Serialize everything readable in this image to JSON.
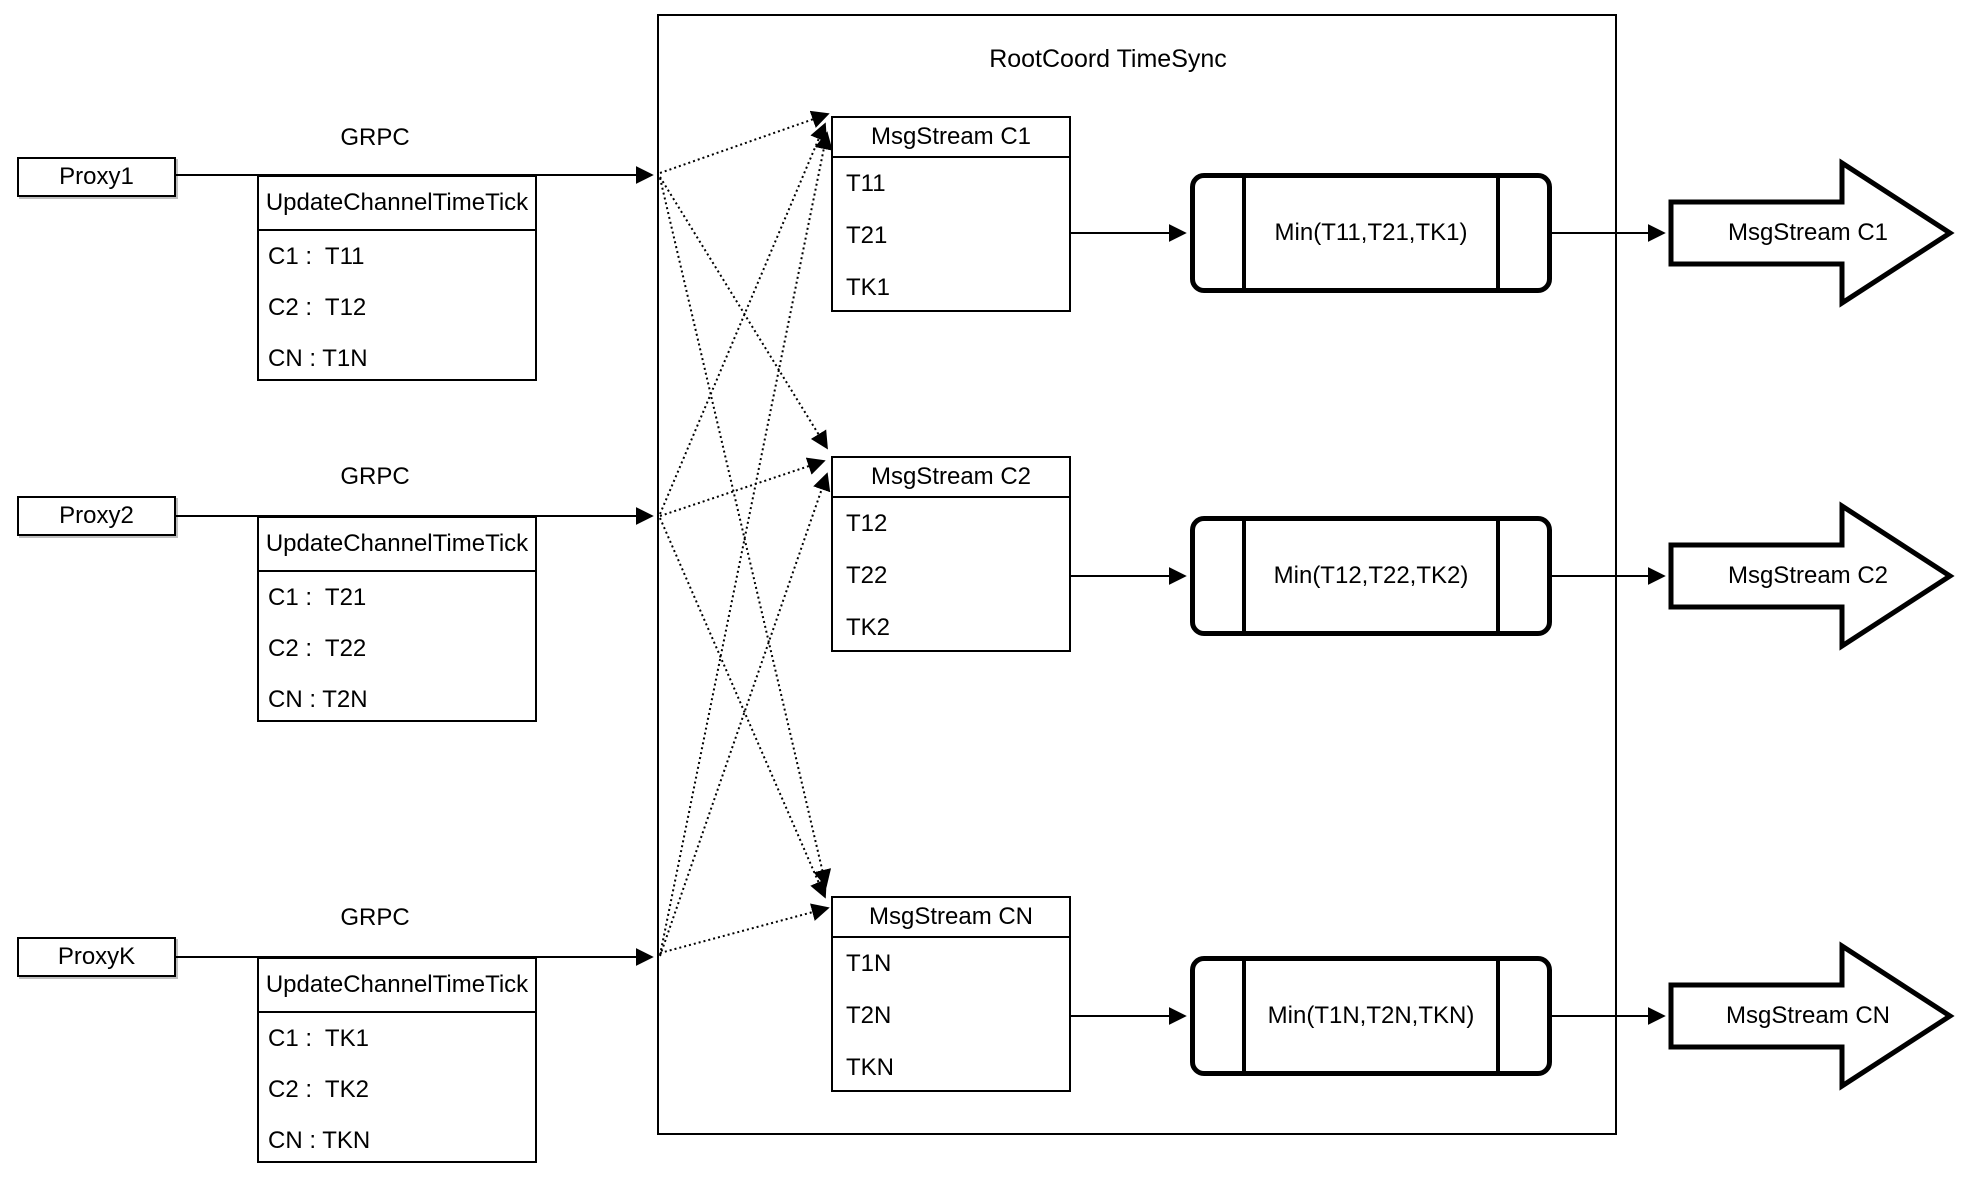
{
  "colors": {
    "ink": "#000000",
    "background": "#ffffff"
  },
  "container": {
    "title": "RootCoord TimeSync"
  },
  "rows": [
    {
      "proxy_label": "Proxy1",
      "grpc_label": "GRPC",
      "update_table": {
        "header": "UpdateChannelTimeTick",
        "entries": [
          "C1 :  T11",
          "C2 :  T12",
          "CN : T1N"
        ]
      },
      "msgstream_table": {
        "header": "MsgStream C1",
        "entries": [
          "T11",
          "T21",
          "TK1"
        ]
      },
      "min_label": "Min(T11,T21,TK1)",
      "output_arrow_label": "MsgStream C1"
    },
    {
      "proxy_label": "Proxy2",
      "grpc_label": "GRPC",
      "update_table": {
        "header": "UpdateChannelTimeTick",
        "entries": [
          "C1 :  T21",
          "C2 :  T22",
          "CN : T2N"
        ]
      },
      "msgstream_table": {
        "header": "MsgStream C2",
        "entries": [
          "T12",
          "T22",
          "TK2"
        ]
      },
      "min_label": "Min(T12,T22,TK2)",
      "output_arrow_label": "MsgStream C2"
    },
    {
      "proxy_label": "ProxyK",
      "grpc_label": "GRPC",
      "update_table": {
        "header": "UpdateChannelTimeTick",
        "entries": [
          "C1 :  TK1",
          "C2 :  TK2",
          "CN : TKN"
        ]
      },
      "msgstream_table": {
        "header": "MsgStream CN",
        "entries": [
          "T1N",
          "T2N",
          "TKN"
        ]
      },
      "min_label": "Min(T1N,T2N,TKN)",
      "output_arrow_label": "MsgStream CN"
    }
  ]
}
